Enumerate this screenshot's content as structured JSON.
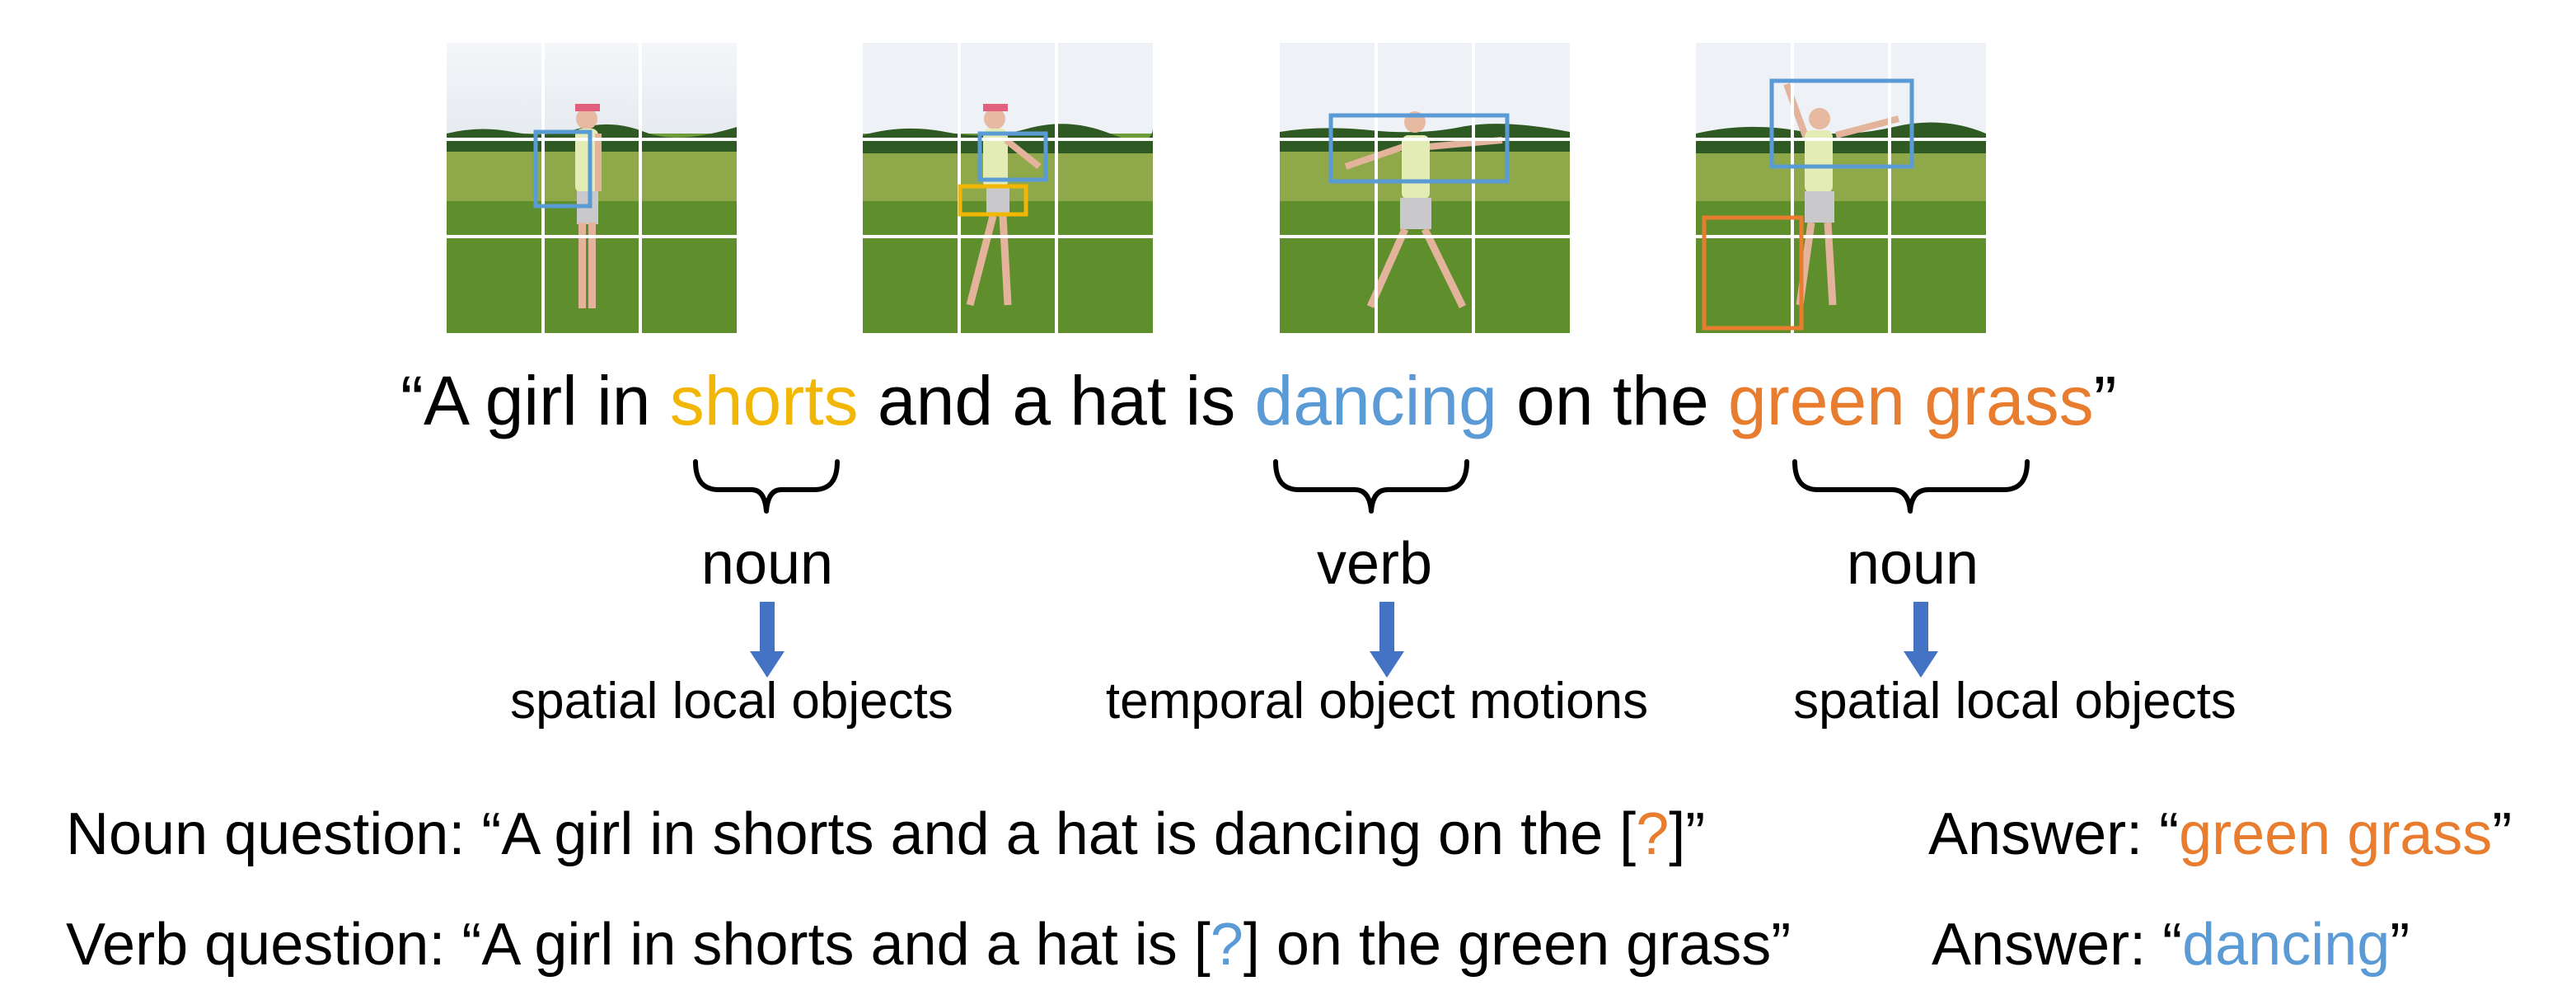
{
  "caption": {
    "open_quote": "“",
    "part1": "A girl in ",
    "word_shorts": "shorts",
    "part2": " and a hat is ",
    "word_dancing": "dancing",
    "part3": " on the ",
    "word_green_grass": "green grass",
    "close_quote": "”"
  },
  "annotations": [
    {
      "pos": "noun",
      "role": "spatial local objects"
    },
    {
      "pos": "verb",
      "role": "temporal object motions"
    },
    {
      "pos": "noun",
      "role": "spatial local objects"
    }
  ],
  "noun_question": {
    "prefix": "Noun question: “A girl in shorts and a hat is dancing on the [",
    "mark": "?",
    "suffix": "]”",
    "answer_label": "Answer: “",
    "answer_value": "green grass",
    "answer_close": "”"
  },
  "verb_question": {
    "prefix": "Verb question: “A girl in shorts and a hat is [",
    "mark": "?",
    "suffix": "] on the green grass”",
    "answer_label": "Answer: “",
    "answer_value": "dancing",
    "answer_close": "”"
  },
  "colors": {
    "yellow": "#f2b705",
    "blue": "#5b9bd5",
    "orange": "#e87d2f",
    "arrow": "#4472c4"
  }
}
